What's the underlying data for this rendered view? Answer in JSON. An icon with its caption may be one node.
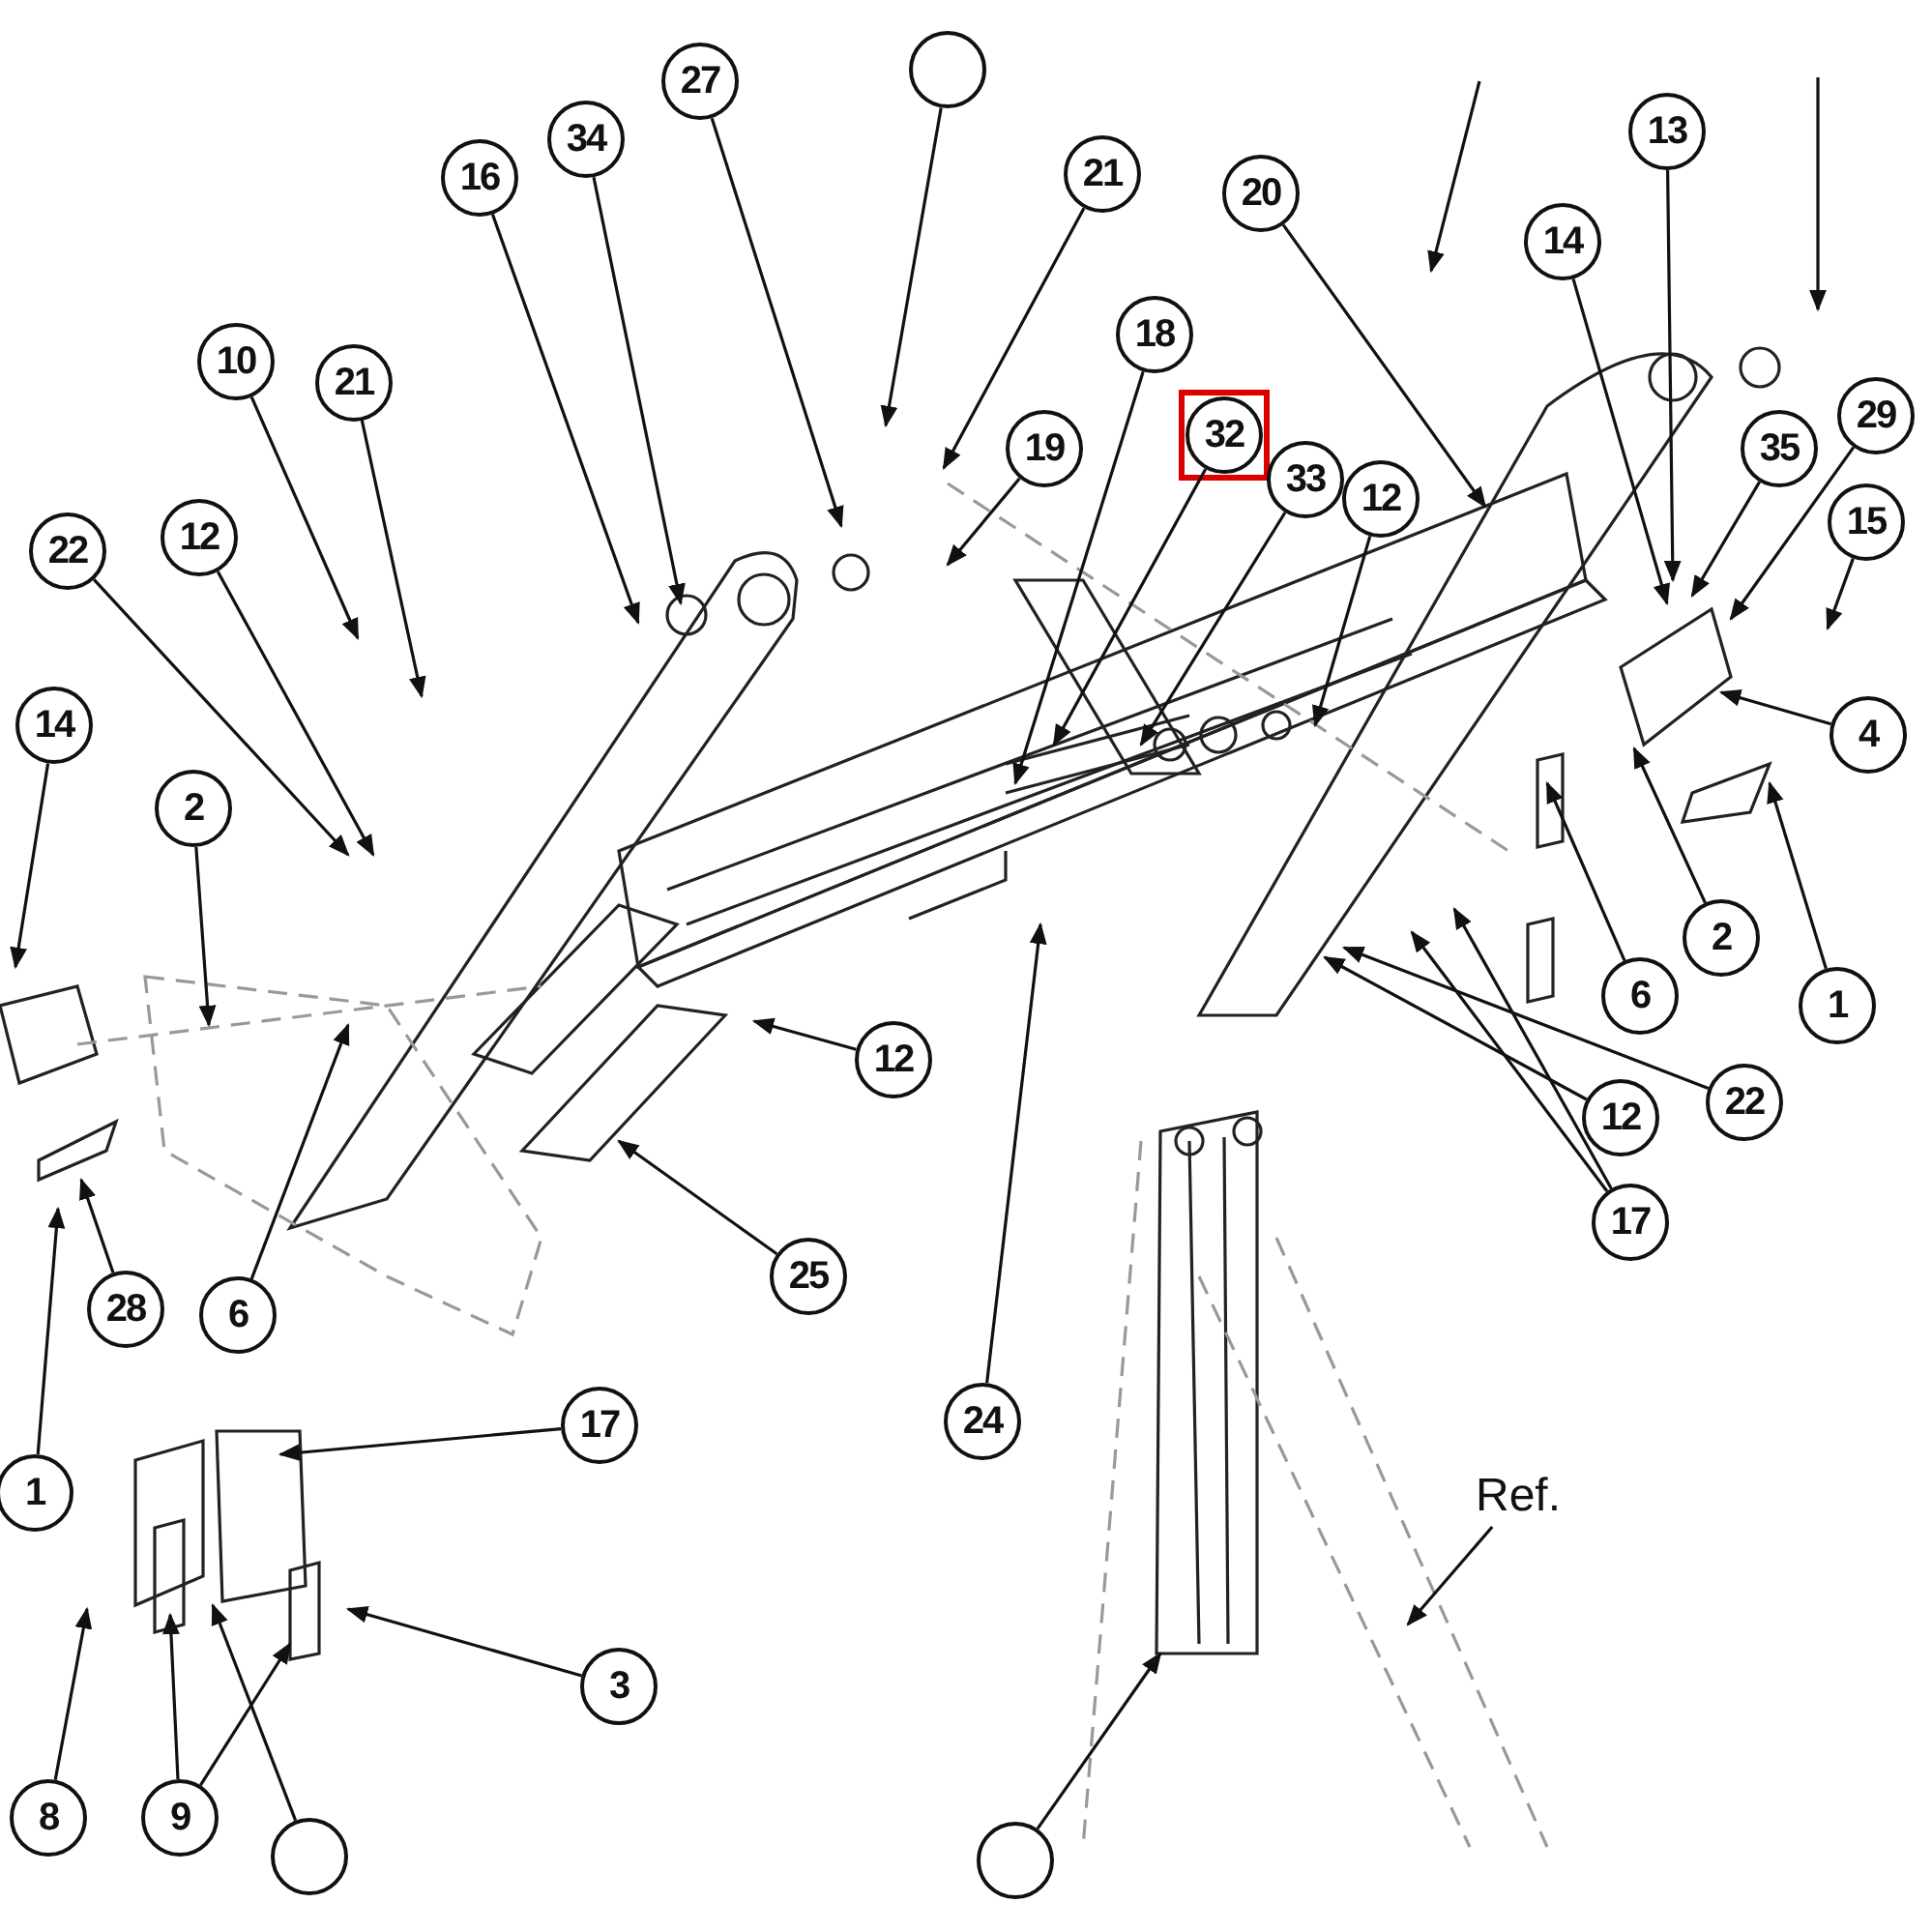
{
  "diagram": {
    "nodes": [
      {
        "text": [
          "16"
        ]
      },
      {
        "text": [
          "34"
        ]
      },
      {
        "text": [
          "27"
        ]
      },
      {
        "text": [],
        "shape": "circle"
      },
      {
        "text": [
          "21"
        ]
      },
      {
        "text": [
          "20"
        ]
      },
      {
        "text": [
          "13"
        ]
      },
      {
        "text": [
          "14"
        ]
      },
      {
        "text": [
          "10"
        ]
      },
      {
        "text": [
          "21"
        ]
      },
      {
        "text": [
          "19"
        ]
      },
      {
        "text": [
          "18"
        ]
      },
      {
        "text": [
          "32"
        ]
      },
      {
        "text": [
          "33"
        ]
      },
      {
        "text": [
          "12"
        ]
      },
      {
        "text": [
          "35"
        ]
      },
      {
        "text": [
          "29"
        ]
      },
      {
        "text": [
          "15"
        ]
      },
      {
        "text": [
          "22"
        ]
      },
      {
        "text": [
          "12"
        ]
      },
      {
        "text": [
          "14"
        ]
      },
      {
        "text": [
          "4"
        ]
      },
      {
        "text": [
          "2"
        ]
      },
      {
        "text": [
          "2"
        ]
      },
      {
        "text": [
          "1"
        ]
      },
      {
        "text": [
          "6"
        ]
      },
      {
        "text": [
          "12"
        ]
      },
      {
        "text": [
          "22"
        ]
      },
      {
        "text": [
          "12"
        ]
      },
      {
        "text": [
          "17"
        ]
      },
      {
        "text": [
          "25"
        ]
      },
      {
        "text": [
          "6"
        ]
      },
      {
        "text": [
          "28"
        ]
      },
      {
        "text": [
          "1"
        ]
      },
      {
        "text": [
          "24"
        ]
      },
      {
        "text": [
          "17"
        ]
      },
      {
        "text": [
          "3"
        ]
      },
      {
        "text": [
          "8"
        ]
      },
      {
        "text": [
          "9"
        ]
      },
      {
        "text": [],
        "shape": "circle"
      },
      {
        "text": [],
        "shape": "circle"
      },
      {
        "text": [
          "Ref."
        ]
      }
    ],
    "edges": [
      {
        "from": 0,
        "to": null,
        "arrow": "to"
      },
      {
        "from": 1,
        "to": null,
        "arrow": "to"
      },
      {
        "from": 2,
        "to": null,
        "arrow": "to"
      },
      {
        "from": 3,
        "to": null,
        "arrow": "to"
      },
      {
        "from": 4,
        "to": null,
        "arrow": "to"
      },
      {
        "from": 5,
        "to": null,
        "arrow": "to"
      },
      {
        "from": 6,
        "to": null,
        "arrow": "to"
      },
      {
        "from": 7,
        "to": null,
        "arrow": "to"
      },
      {
        "from": 8,
        "to": null,
        "arrow": "to"
      },
      {
        "from": 9,
        "to": null,
        "arrow": "to"
      },
      {
        "from": 10,
        "to": null,
        "arrow": "to"
      },
      {
        "from": 11,
        "to": null,
        "arrow": "to"
      },
      {
        "from": 12,
        "to": null,
        "arrow": "to"
      },
      {
        "from": 13,
        "to": null,
        "arrow": "to"
      },
      {
        "from": 14,
        "to": null,
        "arrow": "to"
      },
      {
        "from": 15,
        "to": null,
        "arrow": "to"
      },
      {
        "from": 16,
        "to": null,
        "arrow": "to"
      },
      {
        "from": 17,
        "to": null,
        "arrow": "to"
      },
      {
        "from": 18,
        "to": null,
        "arrow": "to"
      },
      {
        "from": 19,
        "to": null,
        "arrow": "to"
      },
      {
        "from": 20,
        "to": null,
        "arrow": "to"
      },
      {
        "from": 21,
        "to": null,
        "arrow": "to"
      },
      {
        "from": 22,
        "to": null,
        "arrow": "to"
      },
      {
        "from": 23,
        "to": null,
        "arrow": "to"
      },
      {
        "from": 24,
        "to": null,
        "arrow": "to"
      },
      {
        "from": 25,
        "to": null,
        "arrow": "to"
      },
      {
        "from": 26,
        "to": null,
        "arrow": "to"
      },
      {
        "from": 27,
        "to": null,
        "arrow": "to"
      },
      {
        "from": 28,
        "to": null,
        "arrow": "to"
      },
      {
        "from": 29,
        "to": null,
        "arrow": "to"
      },
      {
        "from": 29,
        "to": null,
        "arrow": "to"
      },
      {
        "from": 30,
        "to": null,
        "arrow": "to"
      },
      {
        "from": 31,
        "to": null,
        "arrow": "to"
      },
      {
        "from": 32,
        "to": null,
        "arrow": "to"
      },
      {
        "from": 33,
        "to": null,
        "arrow": "to"
      },
      {
        "from": 34,
        "to": null,
        "arrow": "to"
      },
      {
        "from": 35,
        "to": null,
        "arrow": "to"
      },
      {
        "from": 36,
        "to": null,
        "arrow": "to"
      },
      {
        "from": 37,
        "to": null,
        "arrow": "to"
      },
      {
        "from": 38,
        "to": null,
        "arrow": "to"
      },
      {
        "from": 38,
        "to": null,
        "arrow": "to"
      },
      {
        "from": 39,
        "to": null,
        "arrow": "to"
      },
      {
        "from": 40,
        "to": null,
        "arrow": "to"
      },
      {
        "from": 41,
        "to": null,
        "arrow": "to"
      }
    ]
  }
}
